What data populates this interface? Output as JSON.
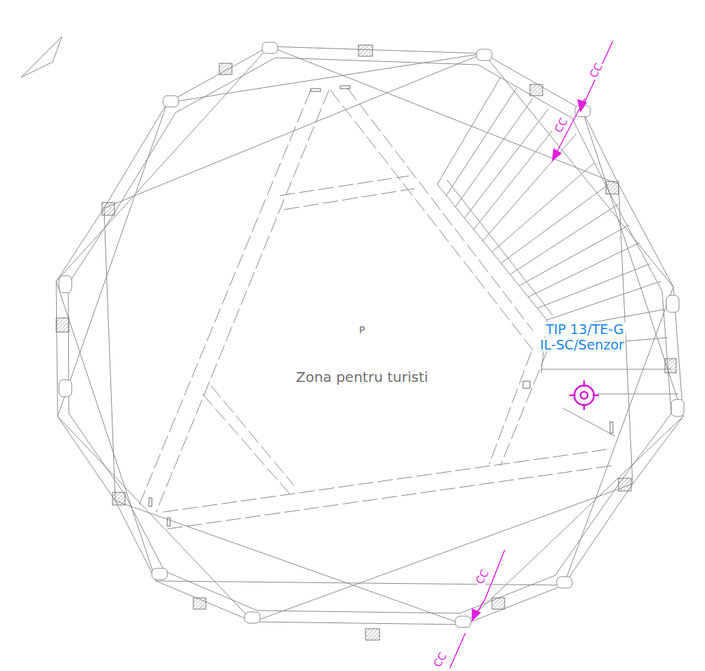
{
  "diagram": {
    "labels": [
      "P",
      "Zona pentru turisti",
      "TIP 13/TE-G",
      "IL-SC/Senzor",
      "CC",
      "CC",
      "CC",
      "CC"
    ]
  }
}
